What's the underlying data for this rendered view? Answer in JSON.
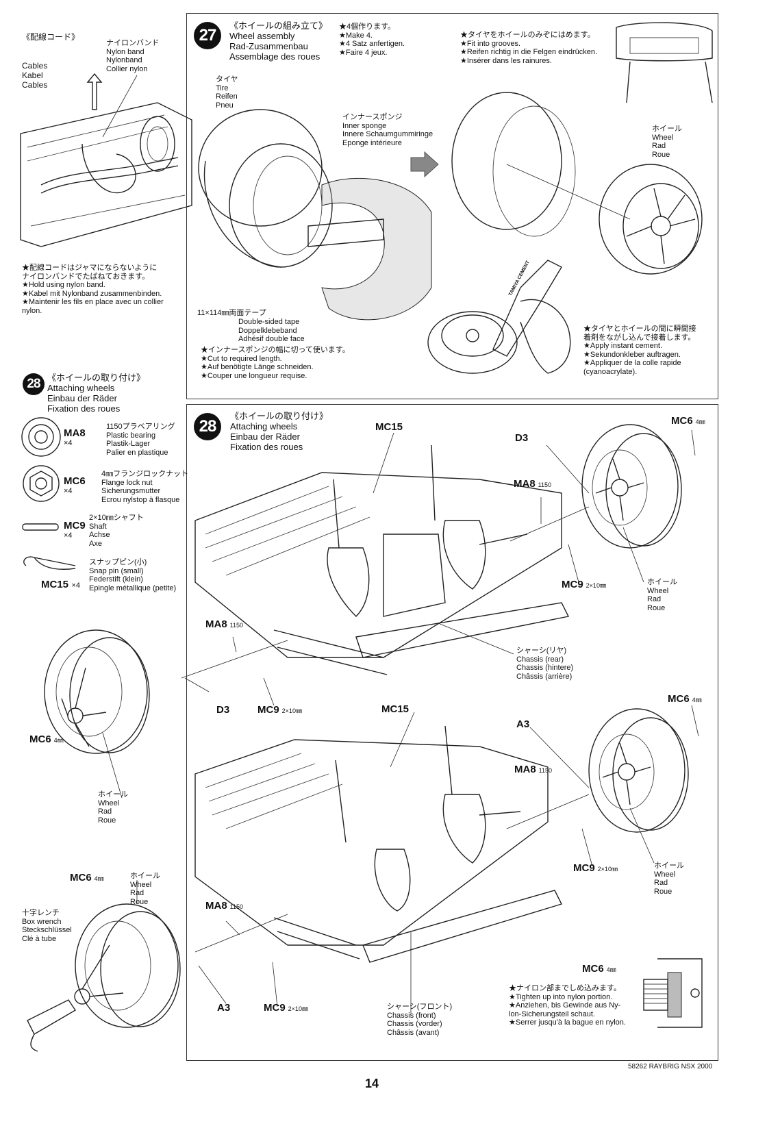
{
  "left_top": {
    "title": "《配線コード》",
    "title_langs": "Cables\nKabel\nCables",
    "nylon_band": "ナイロンバンド\nNylon band\nNylonband\nCollier nylon",
    "note": "★配線コードはジャマにならないように\nナイロンバンドでたばねておきます。\n★Hold using nylon band.\n★Kabel mit Nylonband zusammenbinden.\n★Maintenir les fils en place avec un collier\nnylon."
  },
  "step27": {
    "badge": "27",
    "title": "《ホイールの組み立て》\nWheel assembly\nRad-Zusammenbau\nAssemblage des roues",
    "make4": "★4個作ります。\n★Make 4.\n★4 Satz anfertigen.\n★Faire 4 jeux.",
    "tire": "タイヤ\nTire\nReifen\nPneu",
    "inner_sponge": "インナースポンジ\nInner sponge\nInnere Schaumgummiringe\nEponge intérieure",
    "fit_grooves": "★タイヤをホイールのみぞにはめます。\n★Fit into grooves.\n★Reifen richtig in die Felgen eindrücken.\n★Insérer dans les rainures.",
    "wheel": "ホイール\nWheel\nRad\nRoue",
    "tape": "11×114㎜両面テープ",
    "tape_langs": "Double-sided tape\nDoppelklebeband\nAdhésif double face",
    "cut_note": "★インナースポンジの幅に切って使います。\n★Cut to required length.\n★Auf benötigte Länge schneiden.\n★Couper une longueur requise.",
    "cement_note": "★タイヤとホイールの間に瞬間接\n着剤をながし込んで接着します。\n★Apply instant cement.\n★Sekundonkleber auftragen.\n★Appliquer de la colle rapide\n(cyanoacrylate).",
    "cement_tube_label": "TAMIYA CEMENT"
  },
  "step28_parts": {
    "badge": "28",
    "title": "《ホイールの取り付け》\nAttaching wheels\nEinbau der Räder\nFixation des roues",
    "parts": [
      {
        "code": "MA8",
        "qty": "×4",
        "desc": "1150プラベアリング\nPlastic bearing\nPlastik-Lager\nPalier en plastique"
      },
      {
        "code": "MC6",
        "qty": "×4",
        "desc": "4㎜フランジロックナット\nFlange lock nut\nSicherungsmutter\nEcrou nylstop à flasque"
      },
      {
        "code": "MC9",
        "qty": "×4",
        "desc": "2×10㎜シャフト\nShaft\nAchse\nAxe"
      },
      {
        "code": "MC15",
        "qty": "×4",
        "desc": "スナップピン(小)\nSnap pin (small)\nFederstift (klein)\nEpingle métallique (petite)"
      }
    ]
  },
  "step28": {
    "badge": "28",
    "title": "《ホイールの取り付け》\nAttaching wheels\nEinbau der Räder\nFixation des roues",
    "mc15": "MC15",
    "mc6": "MC6",
    "mm4": "4㎜",
    "d3": "D3",
    "a3": "A3",
    "ma8": "MA8",
    "ma8_size": "1150",
    "mc9": "MC9",
    "mc9_size": "2×10㎜",
    "wheel": "ホイール\nWheel\nRad\nRoue",
    "chassis_rear": "シャーシ(リヤ)\nChassis (rear)\nChassis (hintere)\nChâssis (arrière)",
    "chassis_front": "シャーシ(フロント)\nChassis (front)\nChassis (vorder)\nChâssis (avant)",
    "box_wrench": "十字レンチ\nBox wrench\nSteckschlüssel\nClé à tube",
    "nylon_note": "★ナイロン部までしめ込みます。\n★Tighten up into nylon portion.\n★Anziehen, bis Gewinde aus Ny-\nlon-Sicherungsteil schaut.\n★Serrer jusqu'à la bague en nylon."
  },
  "footer": {
    "page": "14",
    "model": "58262 RAYBRIG NSX 2000"
  }
}
